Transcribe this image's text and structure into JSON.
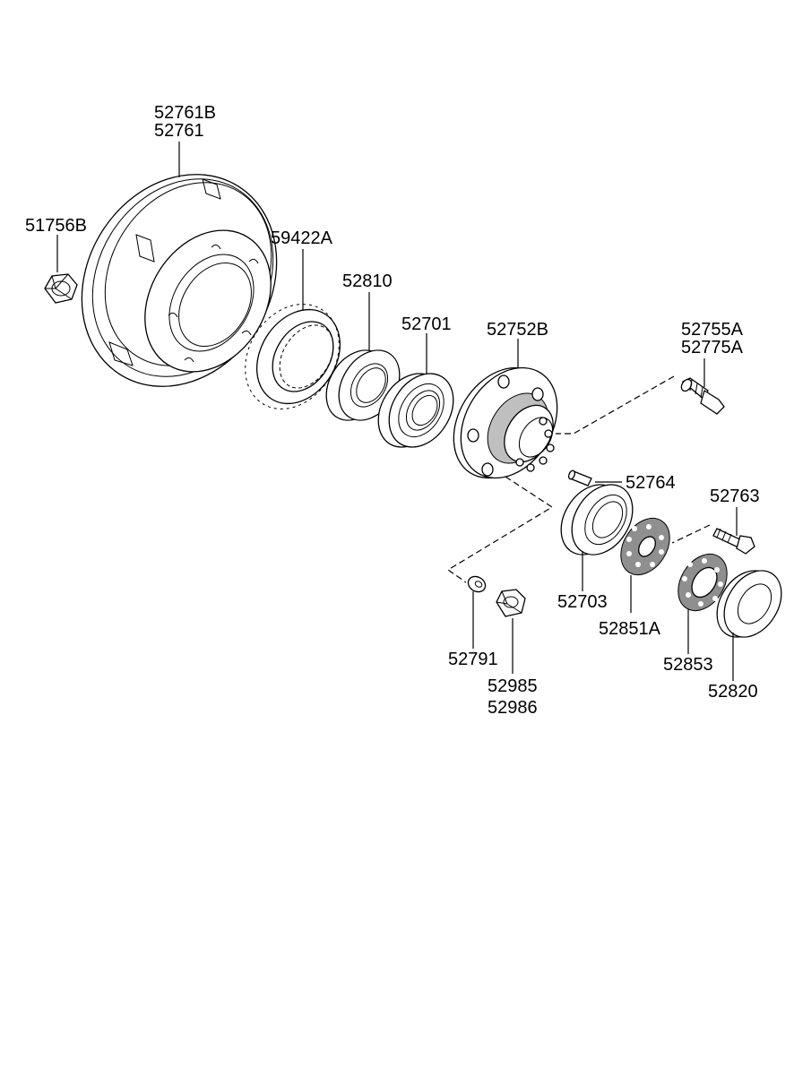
{
  "labels": {
    "brake_drum": [
      "52761B",
      "52761"
    ],
    "nut_large": "51756B",
    "tone_wheel": "59422A",
    "oil_seal_inner": "52810",
    "bearing_inner": "52701",
    "hub": "52752B",
    "hub_bolt": [
      "52755A",
      "52775A"
    ],
    "pin": "52764",
    "bolt": "52763",
    "bearing_outer": "52703",
    "washer_plate": "52851A",
    "ring_plate": "52853",
    "oil_seal_outer": "52820",
    "washer": "52791",
    "nut_small": [
      "52985",
      "52986"
    ]
  }
}
